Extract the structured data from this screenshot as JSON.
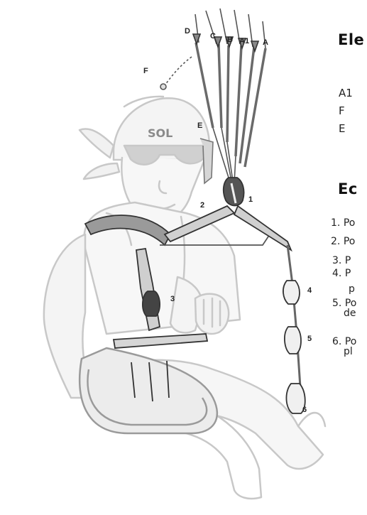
{
  "right_panel": {
    "heading_top": "Ele",
    "legend": [
      "A1",
      "F",
      "E"
    ],
    "heading_bottom": "Ec",
    "steps": [
      {
        "num": "1.",
        "line1": "Po",
        "line2": ""
      },
      {
        "num": "2.",
        "line1": "Po",
        "line2": ""
      },
      {
        "num": "3.",
        "line1": "P",
        "line2": ""
      },
      {
        "num": "4.",
        "line1": "P",
        "line2": "p"
      },
      {
        "num": "5.",
        "line1": "Po",
        "line2": "de"
      },
      {
        "num": "6.",
        "line1": "Po",
        "line2": "pl"
      }
    ]
  },
  "diagram": {
    "riser_labels": [
      "D",
      "C",
      "B",
      "A1",
      "A"
    ],
    "part_labels": [
      "F",
      "E"
    ],
    "logo": "SOL",
    "callouts": [
      "1",
      "2",
      "3",
      "4",
      "5",
      "6"
    ]
  }
}
